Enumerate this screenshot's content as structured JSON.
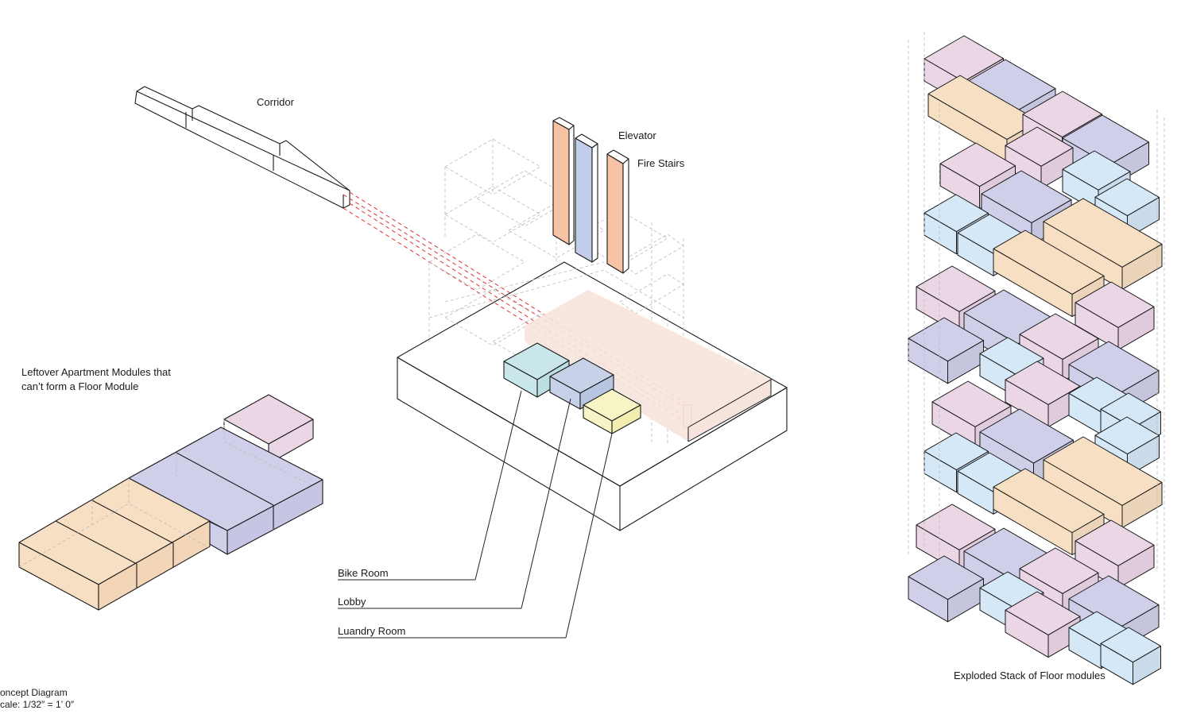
{
  "labels": {
    "corridor": "Corridor",
    "elevator": "Elevator",
    "fire_stairs": "Fire Stairs",
    "leftover_line1": "Leftover Apartment Modules that",
    "leftover_line2": "can’t form a Floor Module",
    "bike_room": "Bike Room",
    "lobby": "Lobby",
    "laundry_room": "Luandry Room",
    "exploded_stack": "Exploded Stack of Floor modules",
    "concept_line1": "oncept Diagram",
    "concept_line2": "cale: 1/32″ = 1’ 0″"
  },
  "colors": {
    "pink": "#ebd6e6",
    "violet": "#cfcfea",
    "blue": "#d5e8f7",
    "tan": "#f7dfc4",
    "salmon": "#f7e4dd",
    "stair_orange": "#f8c2a4",
    "elevator_blue": "#c1cdea",
    "bike_cyan": "#c9e6ea",
    "lobby_blue": "#c7d2e8",
    "laundry_yellow": "#f7f4c6",
    "dashed_red": "#dd3333"
  }
}
